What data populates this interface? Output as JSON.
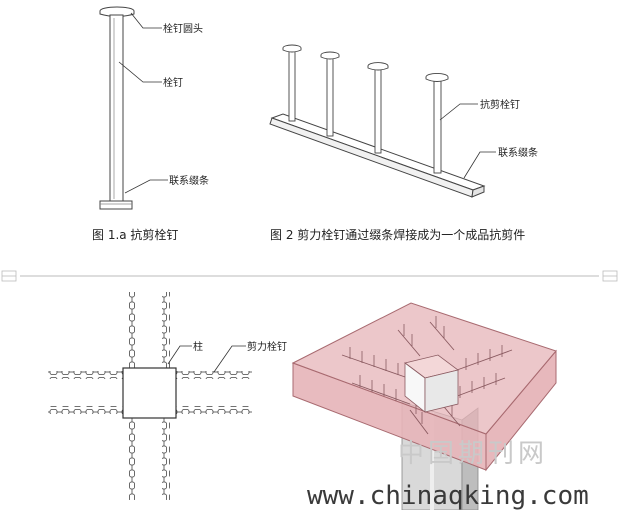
{
  "figure1": {
    "label_head": "栓钉圆头",
    "label_stud": "栓钉",
    "label_bar": "联系缀条",
    "caption": "图  1.a  抗剪栓钉"
  },
  "figure2": {
    "label_stud": "抗剪栓钉",
    "label_bar": "联系缀条",
    "caption": "图  2  剪力栓钉通过缀条焊接成为一个成品抗剪件"
  },
  "figure3": {
    "label_column": "柱",
    "label_stud": "剪力栓钉"
  },
  "figure4": {
    "slab_color": "#e6b4b8",
    "slab_edge_color": "#a86a70"
  },
  "watermark": {
    "chinese": "中国期刊网",
    "url": "www.chinaqking.com"
  }
}
